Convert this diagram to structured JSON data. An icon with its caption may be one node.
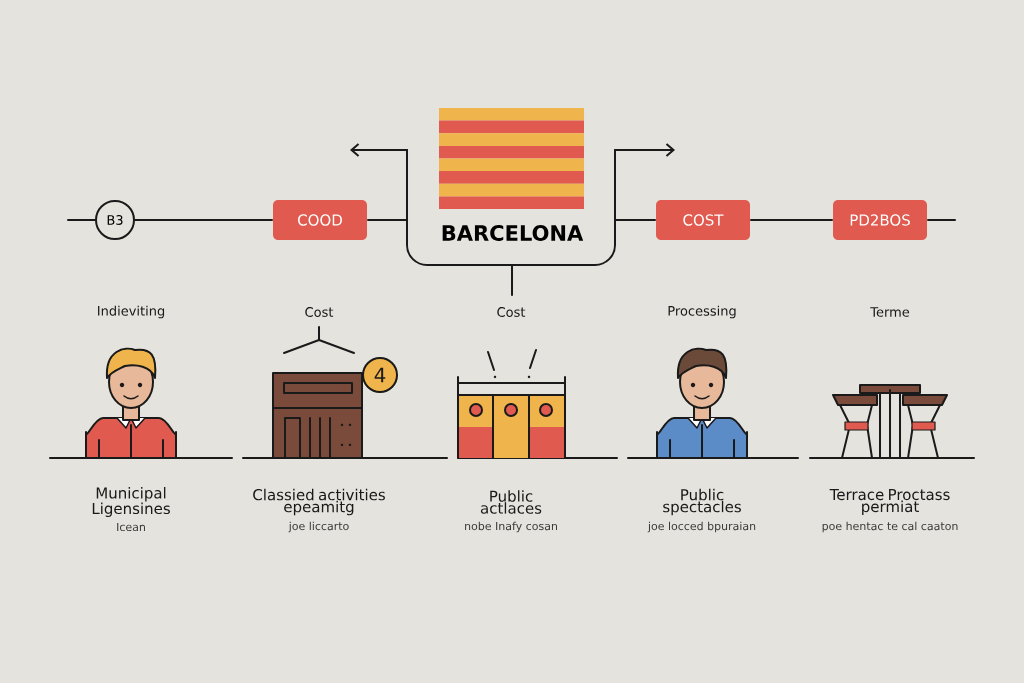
{
  "diagram": {
    "nodes": [
      {
        "text": [
          "B3"
        ]
      },
      {
        "text": [
          "COOD"
        ]
      },
      {
        "text": [
          "BARCELONA"
        ]
      },
      {
        "text": [
          "COST"
        ]
      },
      {
        "text": [
          "PD2BOS"
        ]
      }
    ],
    "edges": [
      {
        "from": null,
        "to": 0,
        "arrow": "none"
      },
      {
        "from": 0,
        "to": 1,
        "arrow": "none"
      },
      {
        "from": 1,
        "to": 2,
        "arrow": "none"
      },
      {
        "from": 2,
        "to": 3,
        "arrow": "none"
      },
      {
        "from": 3,
        "to": 4,
        "arrow": "none"
      },
      {
        "from": 4,
        "to": null,
        "arrow": "none"
      },
      {
        "from": 2,
        "to": null,
        "arrow": "to"
      },
      {
        "from": 2,
        "to": null,
        "arrow": "to"
      },
      {
        "from": 2,
        "to": null,
        "arrow": "none"
      }
    ],
    "labels": [
      "Indieviting",
      "Cost",
      "Cost",
      "Processing",
      "Terme",
      "4",
      "Municipal Ligensines",
      "Classied activities epeamitg",
      "Public actlaces",
      "Public spectacles",
      "Terrace Proctass permiat",
      "Icean",
      "joe liccarto",
      "nobe Inafy cosan",
      "joe locced bpuraian",
      "poe hentac te cal caaton"
    ]
  }
}
